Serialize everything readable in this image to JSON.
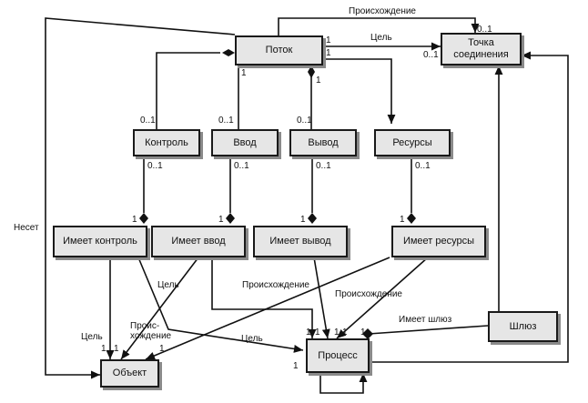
{
  "boxes": {
    "potok": "Поток",
    "tochka": "Точка\nсоединения",
    "kontrol": "Контроль",
    "vvod": "Ввод",
    "vyvod": "Вывод",
    "resursy": "Ресурсы",
    "imeet_kontrol": "Имеет контроль",
    "imeet_vvod": "Имеет ввод",
    "imeet_vyvod": "Имеет вывод",
    "imeet_resursy": "Имеет ресурсы",
    "shlyuz": "Шлюз",
    "obekt": "Объект",
    "process": "Процесс"
  },
  "labels": {
    "proiskhozhdenie_top": "Происхождение",
    "tsel_top": "Цель",
    "zero_one_tochka_top": "0..1",
    "zero_one_tochka_left": "0..1",
    "one_potok_right": "1",
    "one_potok_left": "1",
    "one_potok_mid": "1",
    "one_potok_res": "1",
    "c01_kontrol": "0..1",
    "c01_vvod": "0..1",
    "c01_vyvod": "0..1",
    "c01_kontrol_b": "0..1",
    "c01_vvod_b": "0..1",
    "c01_vyvod_b": "0..1",
    "c01_resursy_b": "0..1",
    "one_ik": "1",
    "one_iv": "1",
    "one_ivy": "1",
    "one_ir": "1",
    "neset": "Несет",
    "tsel_ik": "Цель",
    "proiskhozhdenie_mid": "Происхождение",
    "proiskhozhdenie_right": "Происхождение",
    "tsel_obekt": "Цель",
    "one_obekt_a": "1",
    "one_obekt_b": "1",
    "proiskh_obekt": "Проис-\nхождение",
    "one_obekt_c": "1",
    "tsel_process": "Цель",
    "imeet_shlyuz": "Имеет шлюз",
    "one_pr_a": "1",
    "one_pr_b": "1",
    "one_pr_c": "1",
    "one_pr_d": "1",
    "one_pr_e": "1",
    "one_pr_f": "1"
  }
}
